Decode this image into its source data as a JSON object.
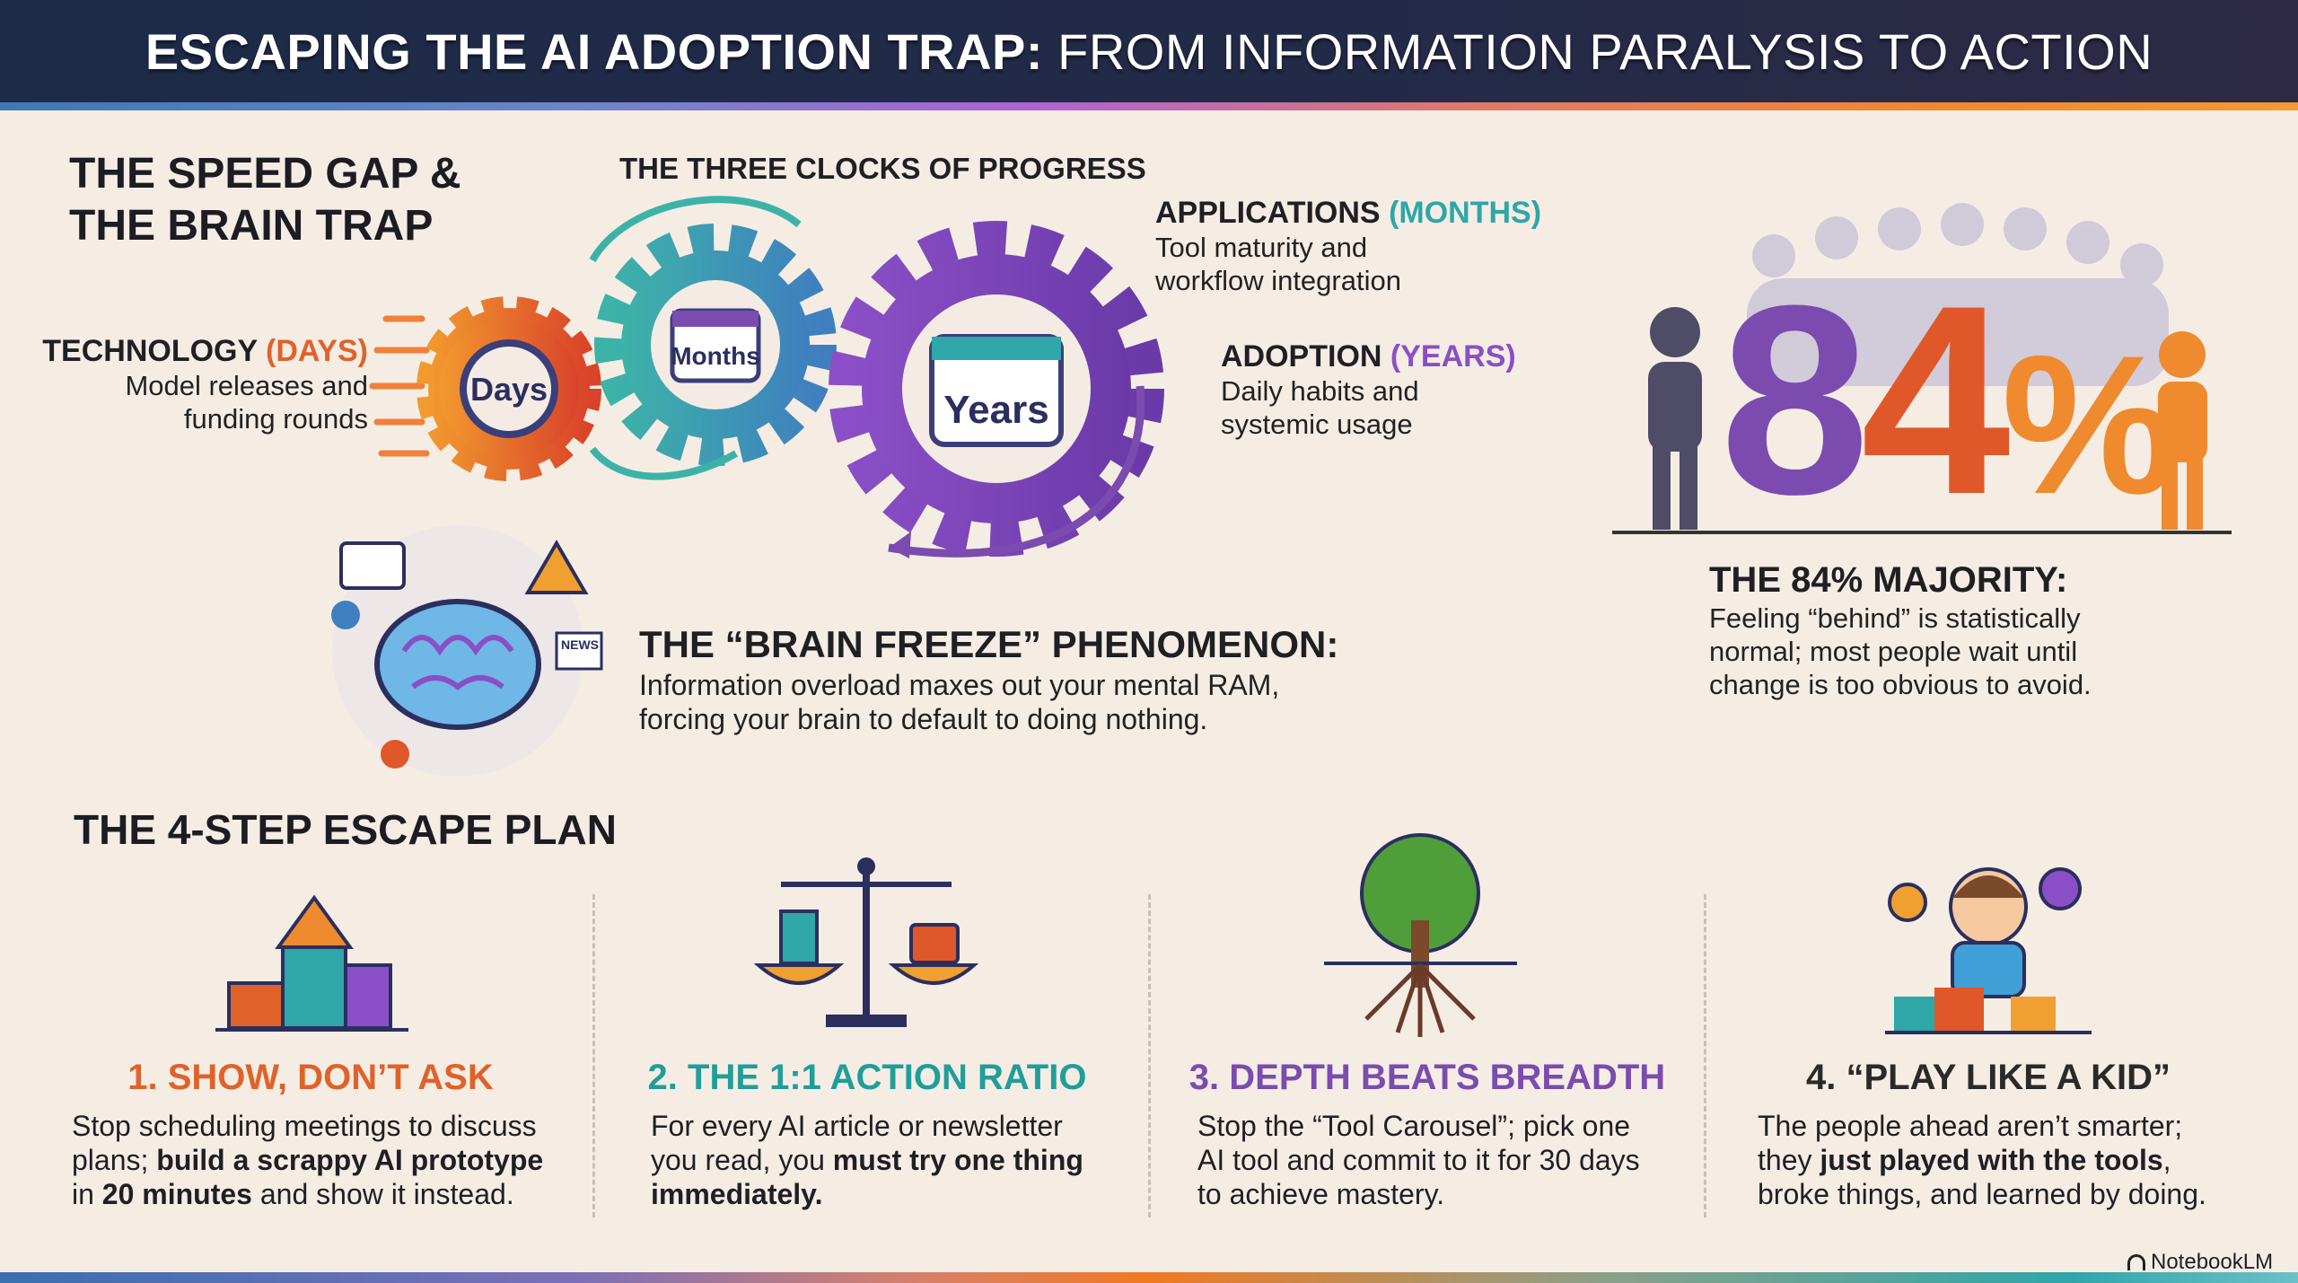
{
  "header": {
    "title_bold": "ESCAPING THE AI ADOPTION TRAP:",
    "title_regular": "FROM INFORMATION PARALYSIS TO ACTION"
  },
  "speed_gap": {
    "heading_line1": "THE SPEED GAP &",
    "heading_line2": "THE BRAIN TRAP"
  },
  "clocks": {
    "heading": "THE THREE CLOCKS OF PROGRESS",
    "technology": {
      "label": "TECHNOLOGY",
      "unit": "(DAYS)",
      "line1": "Model releases and",
      "line2": "funding rounds",
      "gear_label": "Days"
    },
    "applications": {
      "label": "APPLICATIONS",
      "unit": "(MONTHS)",
      "line1": "Tool maturity and",
      "line2": "workflow integration",
      "gear_label": "Months"
    },
    "adoption": {
      "label": "ADOPTION",
      "unit": "(YEARS)",
      "line1": "Daily habits and",
      "line2": "systemic usage",
      "gear_label": "Years"
    }
  },
  "majority": {
    "big_digit1": "8",
    "big_digit2": "4",
    "big_percent": "%",
    "heading": "THE 84% MAJORITY:",
    "line1": "Feeling “behind” is statistically",
    "line2": "normal; most people wait until",
    "line3": "change is too obvious to avoid."
  },
  "brain_freeze": {
    "heading": "THE “BRAIN FREEZE” PHENOMENON:",
    "line1": "Information overload maxes out your mental RAM,",
    "line2": "forcing your brain to default to doing nothing.",
    "news_label": "NEWS"
  },
  "escape_plan": {
    "heading": "THE 4-STEP ESCAPE PLAN",
    "steps": [
      {
        "title": "1. SHOW, DON’T ASK",
        "color": "#e0622a",
        "t1": "Stop scheduling meetings to discuss",
        "t2": "plans; ",
        "b2": "build a scrappy AI prototype",
        "t3a": "in ",
        "b3": "20 minutes",
        "t3b": " and show it instead."
      },
      {
        "title": "2. THE 1:1 ACTION RATIO",
        "color": "#1f9e9a",
        "t1": "For every AI article or newsletter",
        "t2": "you read, you ",
        "b2": "must try one thing",
        "b3": "immediately."
      },
      {
        "title": "3. DEPTH BEATS BREADTH",
        "color": "#7b4bb0",
        "t1": "Stop the “Tool Carousel”; pick one",
        "t2": "AI tool and commit to it for 30 days",
        "t3": "to achieve mastery."
      },
      {
        "title": "4. “PLAY LIKE A KID”",
        "color": "#2a2a2a",
        "t1": "The people ahead aren’t smarter;",
        "t2": "they ",
        "b2": "just played with the tools",
        "t2b": ",",
        "t3": "broke things, and learned by doing."
      }
    ]
  },
  "footer": {
    "brand": "NotebookLM"
  }
}
